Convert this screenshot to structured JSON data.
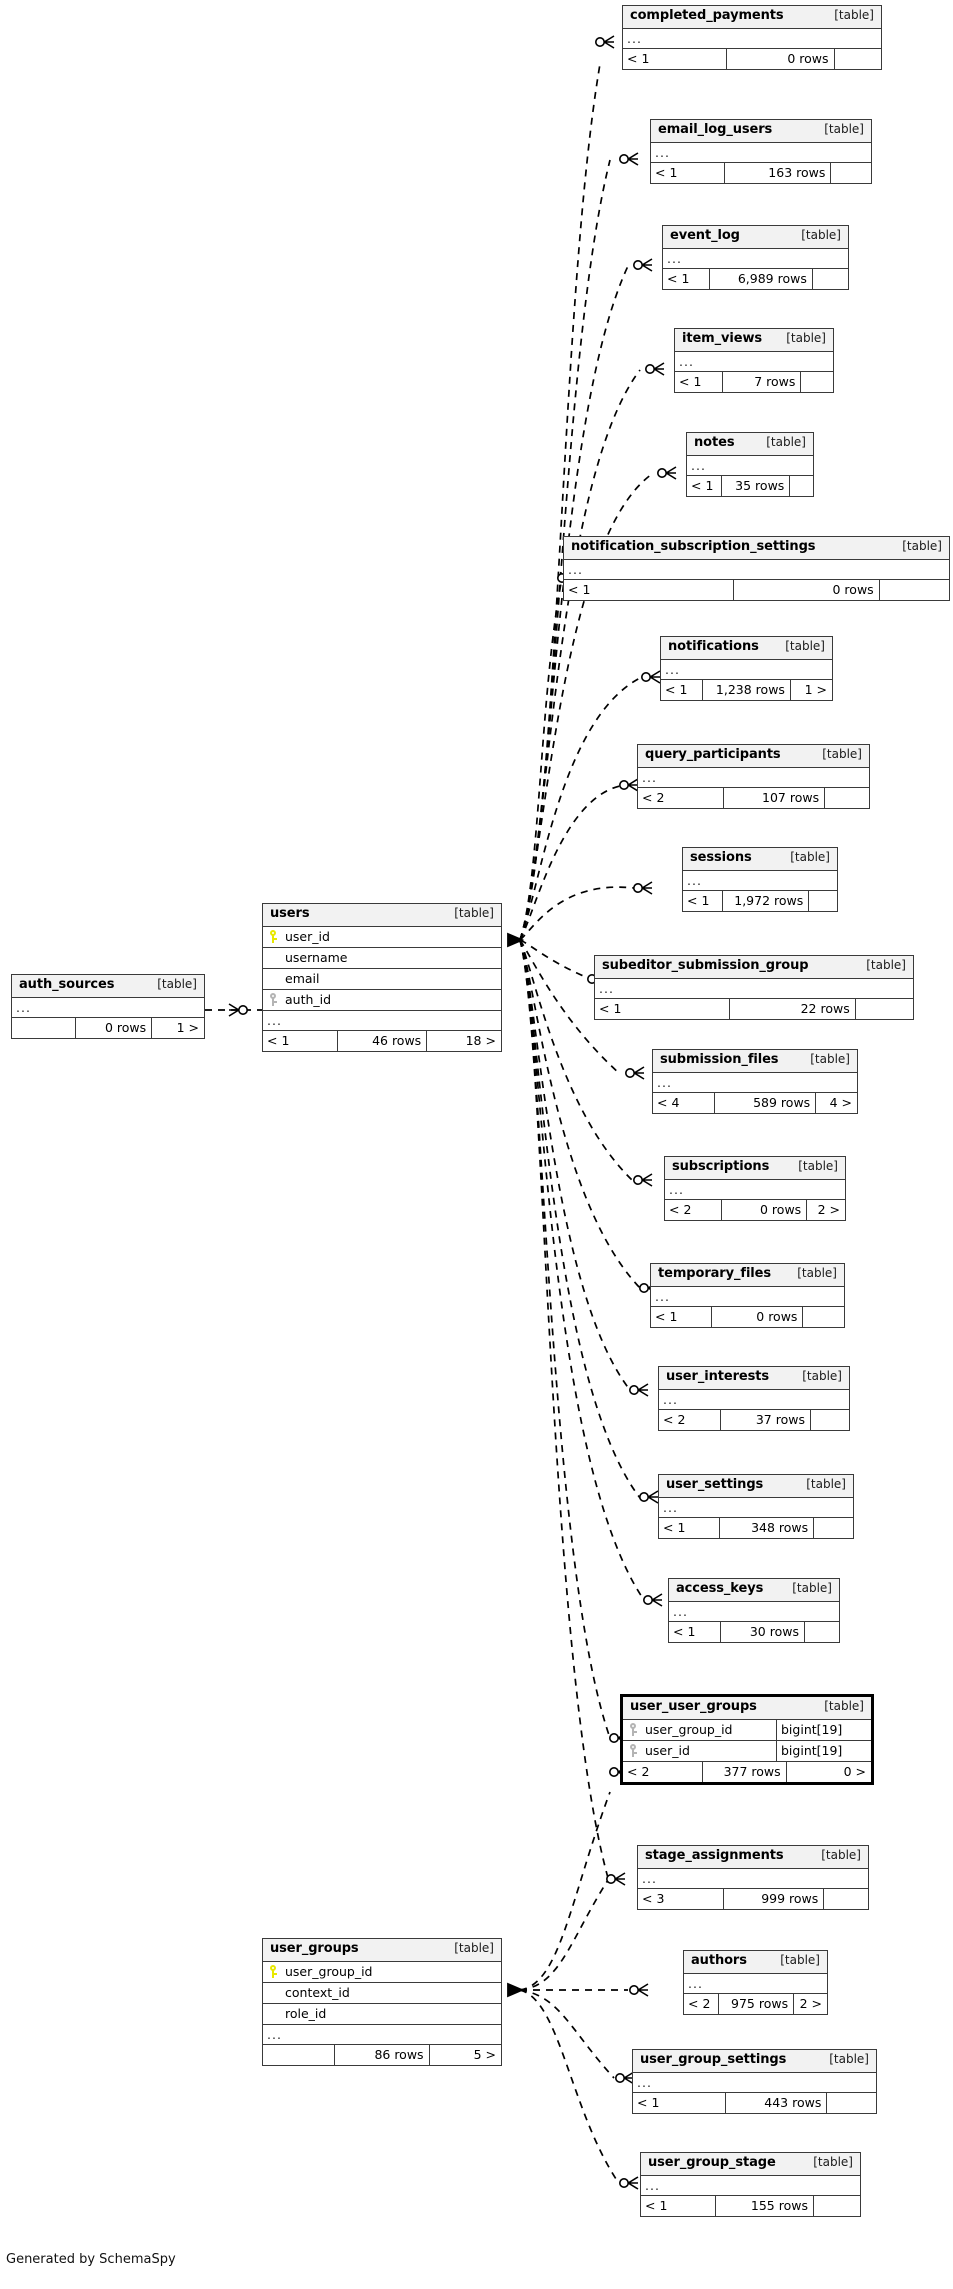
{
  "diagram": {
    "title": "users",
    "generator_note": "Generated by SchemaSpy",
    "type_label": "[table]",
    "ellipsis": "...",
    "colors": {
      "pk_key": "#e8e800",
      "fk_key": "#b4b4b4",
      "header_bg": "#f2f2f2",
      "border": "#3a3a3a"
    }
  },
  "tables": [
    {
      "id": "completed_payments",
      "name": "completed_payments",
      "type": "[table]",
      "columns": [],
      "ellipsis": "...",
      "footer": {
        "left": "< 1",
        "mid": "0 rows",
        "right": ""
      },
      "emphasis": false
    },
    {
      "id": "email_log_users",
      "name": "email_log_users",
      "type": "[table]",
      "columns": [],
      "ellipsis": "...",
      "footer": {
        "left": "< 1",
        "mid": "163 rows",
        "right": ""
      },
      "emphasis": false
    },
    {
      "id": "event_log",
      "name": "event_log",
      "type": "[table]",
      "columns": [],
      "ellipsis": "...",
      "footer": {
        "left": "< 1",
        "mid": "6,989 rows",
        "right": ""
      },
      "emphasis": false
    },
    {
      "id": "item_views",
      "name": "item_views",
      "type": "[table]",
      "columns": [],
      "ellipsis": "...",
      "footer": {
        "left": "< 1",
        "mid": "7 rows",
        "right": ""
      },
      "emphasis": false
    },
    {
      "id": "notes",
      "name": "notes",
      "type": "[table]",
      "columns": [],
      "ellipsis": "...",
      "footer": {
        "left": "< 1",
        "mid": "35 rows",
        "right": ""
      },
      "emphasis": false
    },
    {
      "id": "notification_subscription_settings",
      "name": "notification_subscription_settings",
      "type": "[table]",
      "columns": [],
      "ellipsis": "...",
      "footer": {
        "left": "< 1",
        "mid": "0 rows",
        "right": ""
      },
      "emphasis": false
    },
    {
      "id": "notifications",
      "name": "notifications",
      "type": "[table]",
      "columns": [],
      "ellipsis": "...",
      "footer": {
        "left": "< 1",
        "mid": "1,238 rows",
        "right": "1 >"
      },
      "emphasis": false
    },
    {
      "id": "query_participants",
      "name": "query_participants",
      "type": "[table]",
      "columns": [],
      "ellipsis": "...",
      "footer": {
        "left": "< 2",
        "mid": "107 rows",
        "right": ""
      },
      "emphasis": false
    },
    {
      "id": "sessions",
      "name": "sessions",
      "type": "[table]",
      "columns": [],
      "ellipsis": "...",
      "footer": {
        "left": "< 1",
        "mid": "1,972 rows",
        "right": ""
      },
      "emphasis": false
    },
    {
      "id": "subeditor_submission_group",
      "name": "subeditor_submission_group",
      "type": "[table]",
      "columns": [],
      "ellipsis": "...",
      "footer": {
        "left": "< 1",
        "mid": "22 rows",
        "right": ""
      },
      "emphasis": false
    },
    {
      "id": "submission_files",
      "name": "submission_files",
      "type": "[table]",
      "columns": [],
      "ellipsis": "...",
      "footer": {
        "left": "< 4",
        "mid": "589 rows",
        "right": "4 >"
      },
      "emphasis": false
    },
    {
      "id": "subscriptions",
      "name": "subscriptions",
      "type": "[table]",
      "columns": [],
      "ellipsis": "...",
      "footer": {
        "left": "< 2",
        "mid": "0 rows",
        "right": "2 >"
      },
      "emphasis": false
    },
    {
      "id": "temporary_files",
      "name": "temporary_files",
      "type": "[table]",
      "columns": [],
      "ellipsis": "...",
      "footer": {
        "left": "< 1",
        "mid": "0 rows",
        "right": ""
      },
      "emphasis": false
    },
    {
      "id": "user_interests",
      "name": "user_interests",
      "type": "[table]",
      "columns": [],
      "ellipsis": "...",
      "footer": {
        "left": "< 2",
        "mid": "37 rows",
        "right": ""
      },
      "emphasis": false
    },
    {
      "id": "user_settings",
      "name": "user_settings",
      "type": "[table]",
      "columns": [],
      "ellipsis": "...",
      "footer": {
        "left": "< 1",
        "mid": "348 rows",
        "right": ""
      },
      "emphasis": false
    },
    {
      "id": "access_keys",
      "name": "access_keys",
      "type": "[table]",
      "columns": [],
      "ellipsis": "...",
      "footer": {
        "left": "< 1",
        "mid": "30 rows",
        "right": ""
      },
      "emphasis": false
    },
    {
      "id": "user_user_groups",
      "name": "user_user_groups",
      "type": "[table]",
      "columns": [
        {
          "key": "fk",
          "name": "user_group_id",
          "datatype": "bigint[19]"
        },
        {
          "key": "fk",
          "name": "user_id",
          "datatype": "bigint[19]"
        }
      ],
      "ellipsis": null,
      "footer": {
        "left": "< 2",
        "mid": "377 rows",
        "right": "0 >"
      },
      "emphasis": true
    },
    {
      "id": "stage_assignments",
      "name": "stage_assignments",
      "type": "[table]",
      "columns": [],
      "ellipsis": "...",
      "footer": {
        "left": "< 3",
        "mid": "999 rows",
        "right": ""
      },
      "emphasis": false
    },
    {
      "id": "authors",
      "name": "authors",
      "type": "[table]",
      "columns": [],
      "ellipsis": "...",
      "footer": {
        "left": "< 2",
        "mid": "975 rows",
        "right": "2 >"
      },
      "emphasis": false
    },
    {
      "id": "user_group_settings",
      "name": "user_group_settings",
      "type": "[table]",
      "columns": [],
      "ellipsis": "...",
      "footer": {
        "left": "< 1",
        "mid": "443 rows",
        "right": ""
      },
      "emphasis": false
    },
    {
      "id": "user_group_stage",
      "name": "user_group_stage",
      "type": "[table]",
      "columns": [],
      "ellipsis": "...",
      "footer": {
        "left": "< 1",
        "mid": "155 rows",
        "right": ""
      },
      "emphasis": false
    },
    {
      "id": "users",
      "name": "users",
      "type": "[table]",
      "columns": [
        {
          "key": "pk",
          "name": "user_id",
          "datatype": ""
        },
        {
          "key": null,
          "name": "username",
          "datatype": ""
        },
        {
          "key": null,
          "name": "email",
          "datatype": ""
        },
        {
          "key": "fk",
          "name": "auth_id",
          "datatype": ""
        }
      ],
      "ellipsis": "...",
      "footer": {
        "left": "< 1",
        "mid": "46 rows",
        "right": "18 >"
      },
      "emphasis": false
    },
    {
      "id": "auth_sources",
      "name": "auth_sources",
      "type": "[table]",
      "columns": [],
      "ellipsis": "...",
      "footer": {
        "left": "",
        "mid": "0 rows",
        "right": "1 >"
      },
      "emphasis": false
    },
    {
      "id": "user_groups",
      "name": "user_groups",
      "type": "[table]",
      "columns": [
        {
          "key": "pk",
          "name": "user_group_id",
          "datatype": ""
        },
        {
          "key": null,
          "name": "context_id",
          "datatype": ""
        },
        {
          "key": null,
          "name": "role_id",
          "datatype": ""
        }
      ],
      "ellipsis": "...",
      "footer": {
        "left": "",
        "mid": "86 rows",
        "right": "5 >"
      },
      "emphasis": false
    }
  ]
}
